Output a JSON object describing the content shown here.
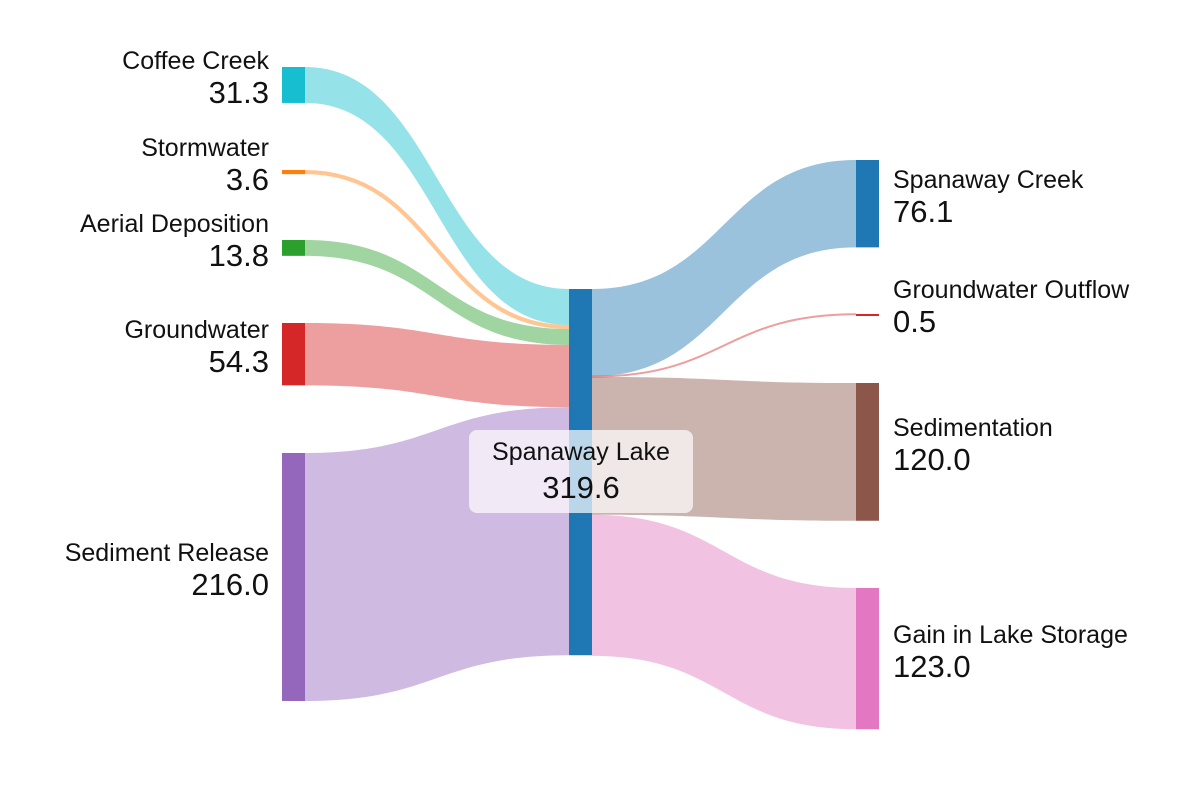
{
  "chart_data": {
    "type": "sankey",
    "center": {
      "name": "Spanaway Lake",
      "value": "319.6",
      "color": "#1f77b4"
    },
    "sources": [
      {
        "name": "Coffee Creek",
        "value": 31.3,
        "label": "31.3",
        "color": "#17becf"
      },
      {
        "name": "Stormwater",
        "value": 3.6,
        "label": "3.6",
        "color": "#ff7f0e"
      },
      {
        "name": "Aerial Deposition",
        "value": 13.8,
        "label": "13.8",
        "color": "#2ca02c"
      },
      {
        "name": "Groundwater",
        "value": 54.3,
        "label": "54.3",
        "color": "#d62728"
      },
      {
        "name": "Sediment Release",
        "value": 216.0,
        "label": "216.0",
        "color": "#9467bd"
      }
    ],
    "targets": [
      {
        "name": "Spanaway Creek",
        "value": 76.1,
        "label": "76.1",
        "color": "#1f77b4"
      },
      {
        "name": "Groundwater Outflow",
        "value": 0.5,
        "label": "0.5",
        "color": "#d62728"
      },
      {
        "name": "Sedimentation",
        "value": 120.0,
        "label": "120.0",
        "color": "#8c564b"
      },
      {
        "name": "Gain in Lake Storage",
        "value": 123.0,
        "label": "123.0",
        "color": "#e377c2"
      }
    ]
  }
}
